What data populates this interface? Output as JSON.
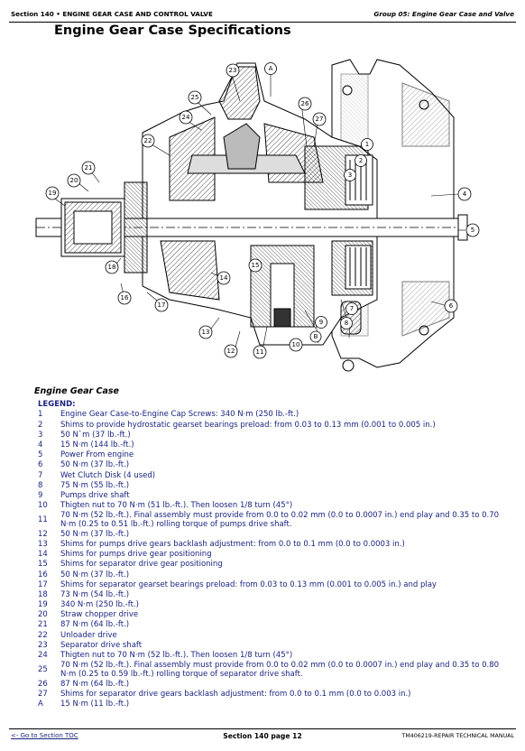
{
  "header": {
    "left": "Section 140 • ENGINE GEAR CASE AND CONTROL VALVE",
    "right": "Group 05: Engine Gear Case and Valve"
  },
  "title": "Engine Gear Case Specifications",
  "figure": {
    "callouts": [
      "23",
      "A",
      "26",
      "27",
      "25",
      "24",
      "22",
      "21",
      "20",
      "19",
      "1",
      "2",
      "3",
      "4",
      "5",
      "6",
      "7",
      "8",
      "9",
      "10",
      "11",
      "12",
      "13",
      "14",
      "15",
      "16",
      "17",
      "18",
      "B"
    ]
  },
  "caption": "Engine Gear Case",
  "legend": {
    "title": "LEGEND:",
    "items": [
      {
        "key": "1",
        "text": "Engine Gear Case-to-Engine Cap Screws: 340 N·m (250 lb.-ft.)"
      },
      {
        "key": "2",
        "text": "Shims to provide hydrostatic gearset bearings preload: from 0.03 to 0.13 mm (0.001 to 0.005 in.)"
      },
      {
        "key": "3",
        "text": "50 N`m (37 lb.-ft.)"
      },
      {
        "key": "4",
        "text": "15 N·m (144 lb.-ft.)"
      },
      {
        "key": "5",
        "text": "Power From engine"
      },
      {
        "key": "6",
        "text": "50 N·m (37 lb.-ft.)"
      },
      {
        "key": "7",
        "text": "Wet Clutch Disk (4 used)"
      },
      {
        "key": "8",
        "text": "75 N·m (55 lb.-ft.)"
      },
      {
        "key": "9",
        "text": "Pumps drive shaft"
      },
      {
        "key": "10",
        "text": "Thigten nut to 70 N·m (51 lb.-ft.). Then loosen 1/8 turn (45°)"
      },
      {
        "key": "11",
        "text": "70 N·m (52 lb.-ft.). Final assembly must provide from 0.0 to 0.02 mm (0.0 to 0.0007 in.) end play and 0.35 to 0.70 N·m (0.25 to 0.51 lb.-ft.) rolling torque of pumps drive shaft."
      },
      {
        "key": "12",
        "text": "50 N·m (37 lb.-ft.)"
      },
      {
        "key": "13",
        "text": "Shims for pumps drive gears backlash adjustment: from 0.0 to 0.1 mm (0.0 to 0.0003 in.)"
      },
      {
        "key": "14",
        "text": "Shims for pumps drive gear positioning"
      },
      {
        "key": "15",
        "text": "Shims for separator drive gear positioning"
      },
      {
        "key": "16",
        "text": "50 N·m (37 lb.-ft.)"
      },
      {
        "key": "17",
        "text": "Shims for separator gearset bearings preload: from 0.03 to 0.13 mm (0.001 to 0.005 in.) and play"
      },
      {
        "key": "18",
        "text": "73 N·m (54 lb.-ft.)"
      },
      {
        "key": "19",
        "text": "340 N·m (250 lb.-ft.)"
      },
      {
        "key": "20",
        "text": "Straw chopper drive"
      },
      {
        "key": "21",
        "text": "87 N·m (64 lb.-ft.)"
      },
      {
        "key": "22",
        "text": "Unloader drive"
      },
      {
        "key": "23",
        "text": "Separator drive shaft"
      },
      {
        "key": "24",
        "text": "Thigten nut to 70 N·m (52 lb.-ft.). Then loosen 1/8 turn (45°)"
      },
      {
        "key": "25",
        "text": "70 N·m (52 lb.-ft.). Final assembly must provide from 0.0 to 0.02 mm (0.0 to 0.0007 in.) end play and 0.35 to 0.80 N·m (0.25 to 0.59 lb.-ft.) rolling torque of separator drive shaft."
      },
      {
        "key": "26",
        "text": "87 N·m (64 lb.-ft.)"
      },
      {
        "key": "27",
        "text": "Shims for separator drive gears backlash adjustment: from 0.0 to 0.1 mm (0.0 to 0.003 in.)"
      },
      {
        "key": "A",
        "text": "15 N·m (11 lb.-ft.)"
      }
    ]
  },
  "footer": {
    "toc_link": "<- Go to Section TOC",
    "page": "Section 140 page 12",
    "manual": "TM406219-REPAIR TECHNICAL MANUAL"
  }
}
